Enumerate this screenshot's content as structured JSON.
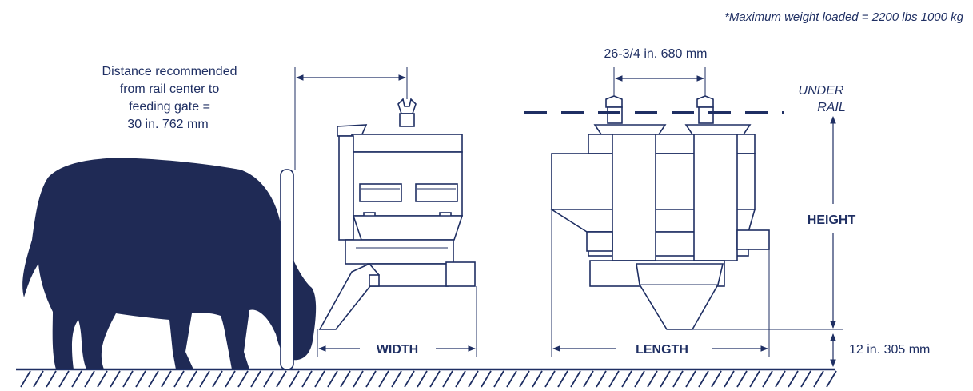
{
  "annotations": {
    "max_weight": "*Maximum weight loaded = 2200 lbs   1000 kg",
    "distance_line1": "Distance recommended",
    "distance_line2": "from rail center to",
    "distance_line3": "feeding gate =",
    "distance_line4": "30 in.   762 mm",
    "rail_spacing": "26-3/4 in.   680 mm",
    "under_rail_1": "UNDER",
    "under_rail_2": "RAIL",
    "height": "HEIGHT",
    "width": "WIDTH",
    "length": "LENGTH",
    "ground_clearance": "12 in.   305 mm"
  },
  "colors": {
    "ink": "#1f2f63",
    "cow": "#1f2a55",
    "background": "#ffffff"
  }
}
